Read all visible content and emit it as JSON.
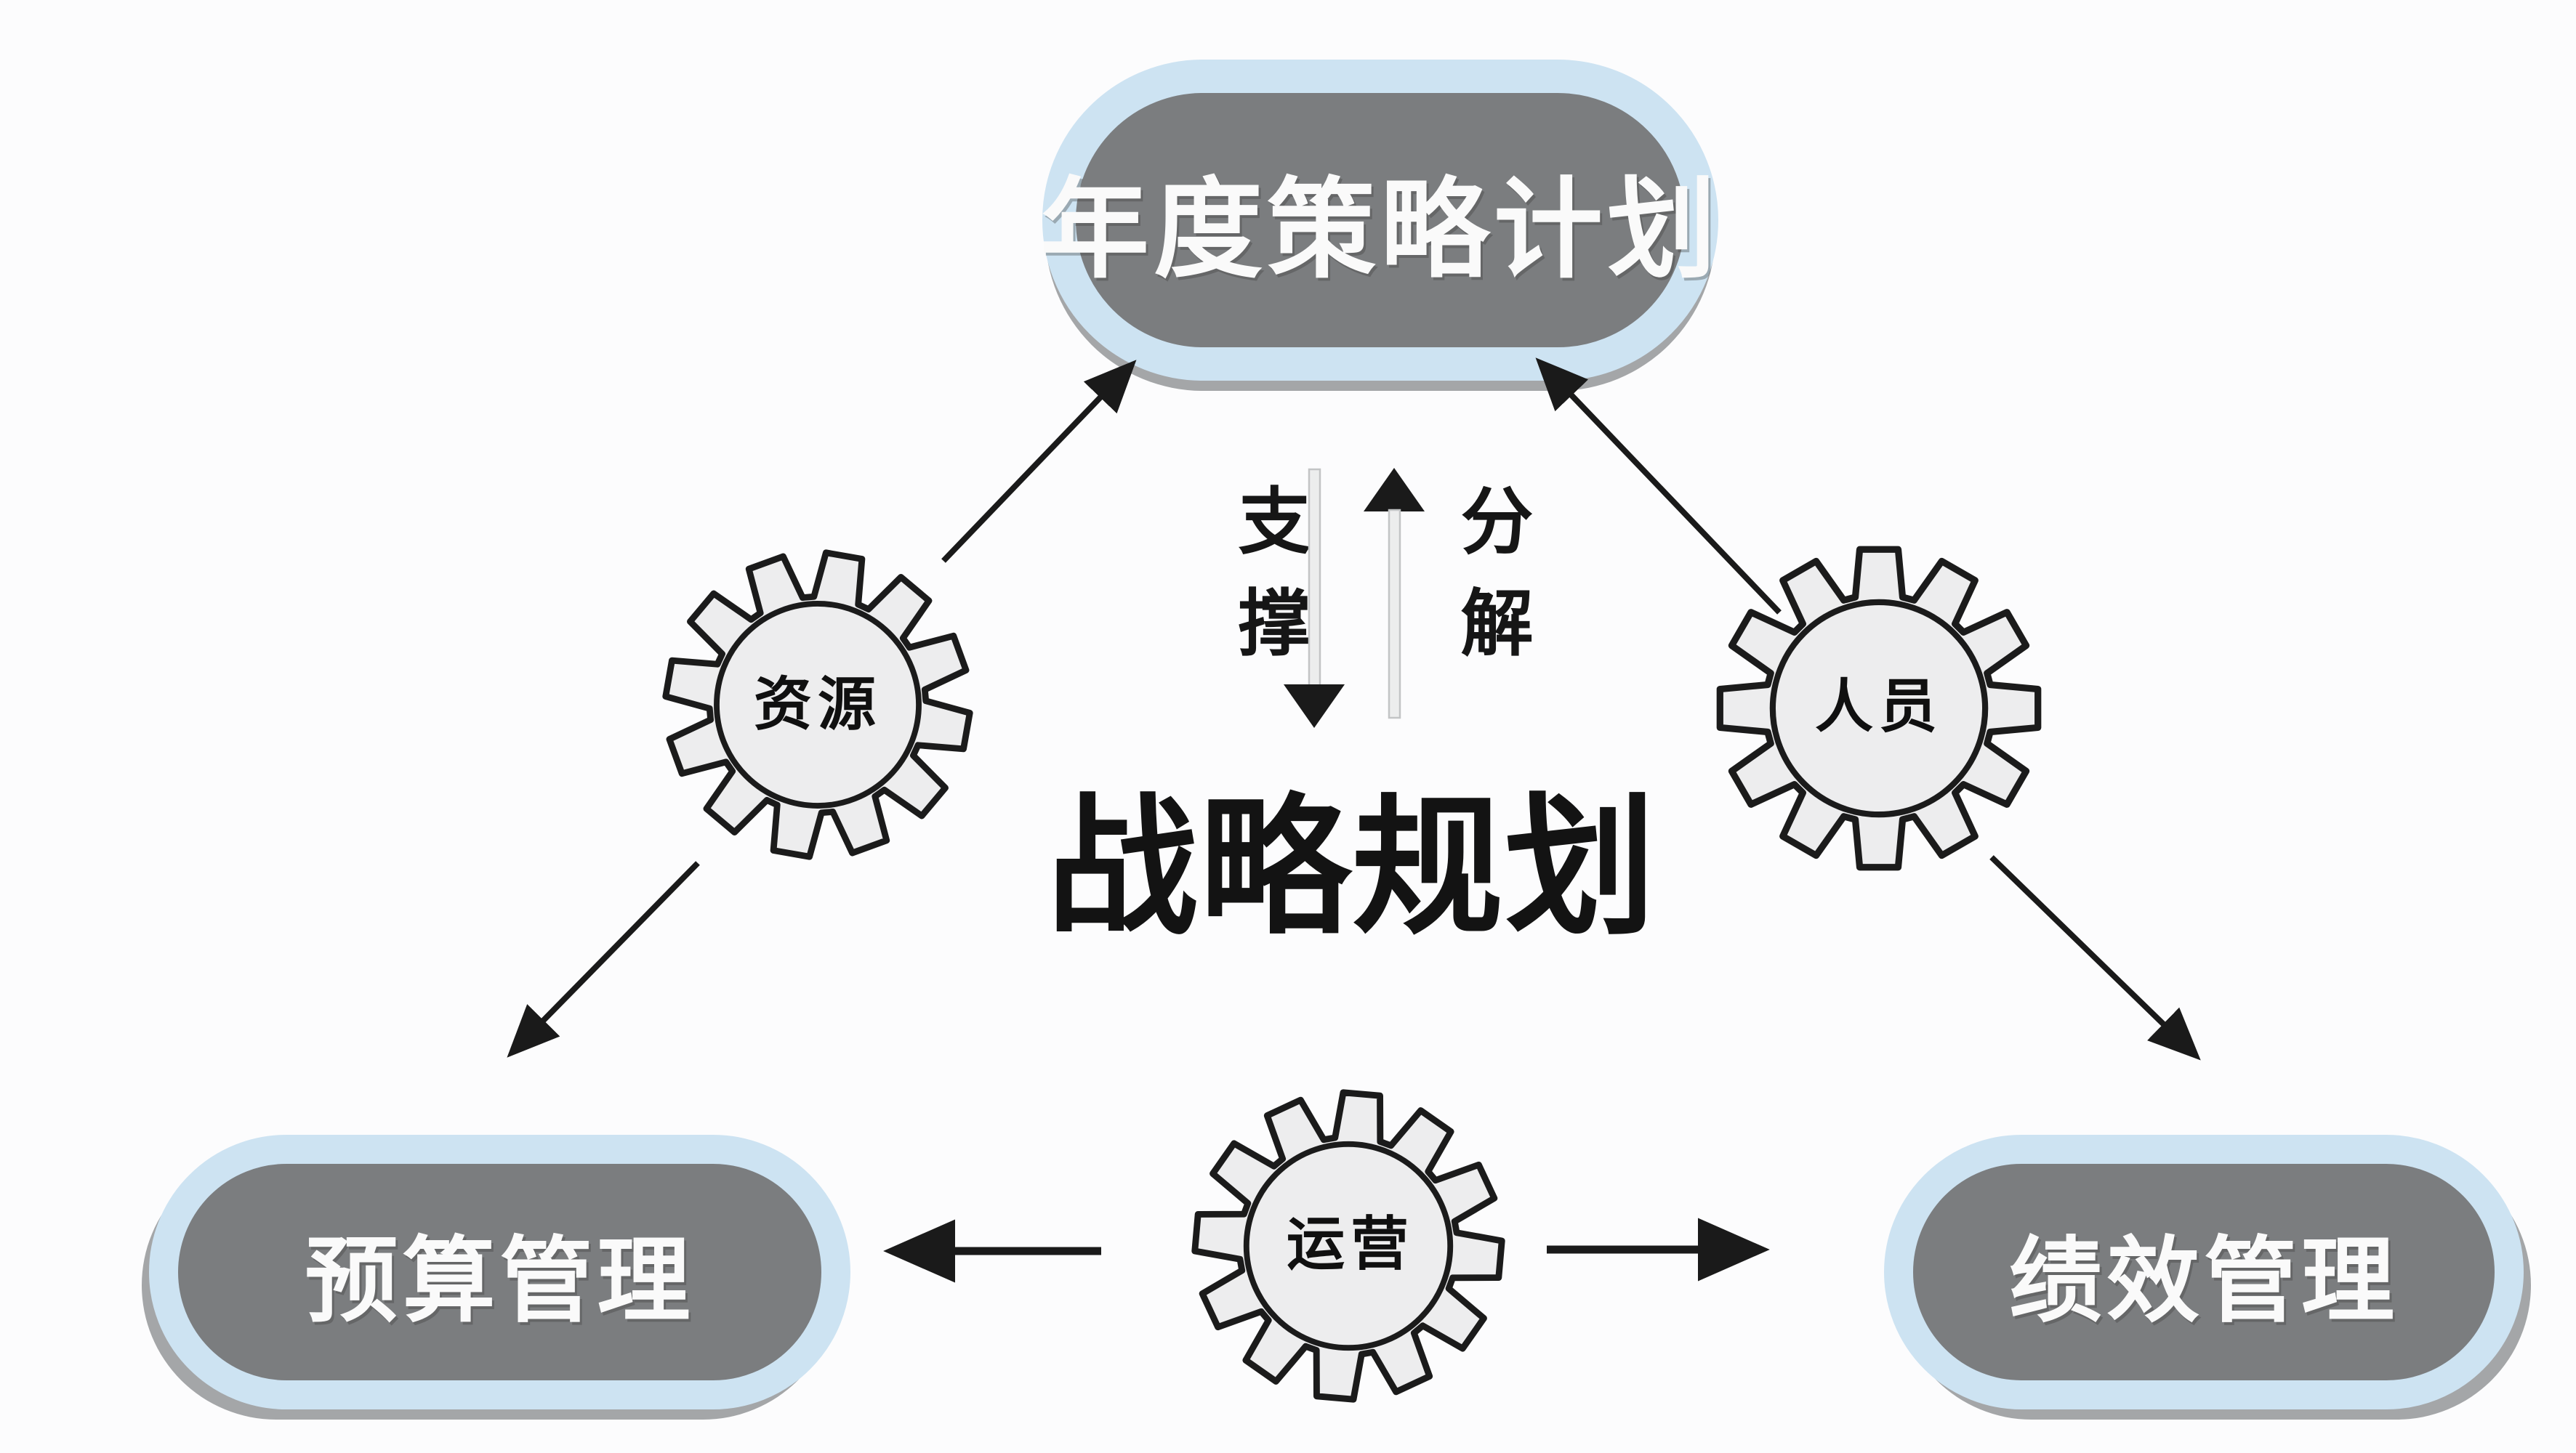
{
  "diagram": {
    "center_title": "战略规划",
    "top_pill": "年度策略计划",
    "bottom_left_pill": "预算管理",
    "bottom_right_pill": "绩效管理",
    "gears": [
      {
        "id": "resources",
        "label": "资源"
      },
      {
        "id": "personnel",
        "label": "人员"
      },
      {
        "id": "operations",
        "label": "运营"
      }
    ],
    "flow_labels": {
      "support": "支撑",
      "decompose": "分解"
    },
    "connections": [
      {
        "from": "resources-gear",
        "to": "annual-plan-pill",
        "arrow_points": "up-right"
      },
      {
        "from": "personnel-gear",
        "to": "annual-plan-pill",
        "arrow_points": "up-left"
      },
      {
        "from": "resources-gear",
        "to": "budget-pill",
        "arrow_points": "down-left"
      },
      {
        "from": "personnel-gear",
        "to": "performance-pill",
        "arrow_points": "down-right"
      },
      {
        "from": "operations-gear",
        "to": "budget-pill",
        "arrow_points": "left"
      },
      {
        "from": "operations-gear",
        "to": "performance-pill",
        "arrow_points": "right"
      },
      {
        "between": [
          "annual-plan-pill",
          "strategic-planning-title"
        ],
        "label": "支撑",
        "arrow_points": "down"
      },
      {
        "between": [
          "strategic-planning-title",
          "annual-plan-pill"
        ],
        "label": "分解",
        "arrow_points": "up"
      }
    ],
    "colors": {
      "background": "#fcfcfd",
      "pill_fill": "#7b7d7f",
      "pill_border": "#cde3f2",
      "pill_text": "#fafafa",
      "gear_fill": "#ededee",
      "outline": "#1b1b1b",
      "arrow_black": "#1a1a1a",
      "shaft_gray": "#eceded"
    }
  }
}
